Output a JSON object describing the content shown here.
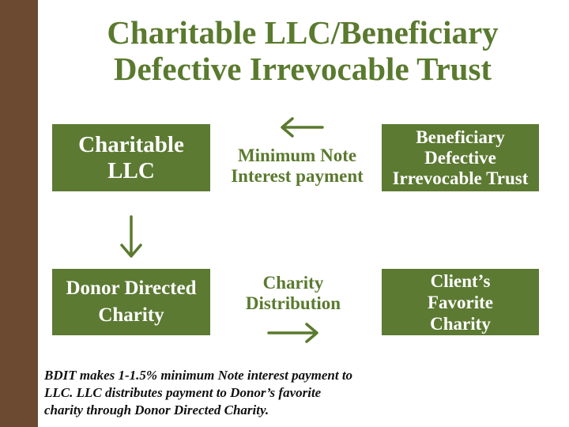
{
  "title": {
    "line1": "Charitable LLC/Beneficiary",
    "line2": "Defective Irrevocable Trust"
  },
  "boxes": {
    "charitable_llc": {
      "line1": "Charitable",
      "line2": "LLC"
    },
    "bdit": {
      "line1": "Beneficiary",
      "line2": "Defective",
      "line3": "Irrevocable Trust"
    },
    "donor_directed": {
      "line1": "Donor Directed",
      "line2": "Charity"
    },
    "favorite_charity": {
      "line1": "Client’s",
      "line2": "Favorite",
      "line3": "Charity"
    }
  },
  "labels": {
    "interest": {
      "line1": "Minimum Note",
      "line2": "Interest payment"
    },
    "distribution": {
      "line1": "Charity",
      "line2": "Distribution"
    }
  },
  "footnote": {
    "line1": "BDIT makes 1-1.5% minimum Note  interest  payment to",
    "line2": "LLC.  LLC  distributes payment to Donor’s favorite",
    "line3": "charity through Donor Directed Charity."
  },
  "colors": {
    "sidebar": "#6b4a31",
    "box_fill": "#5c7a32",
    "text_green": "#5a7a2e",
    "arrow": "#5a7a2e"
  }
}
